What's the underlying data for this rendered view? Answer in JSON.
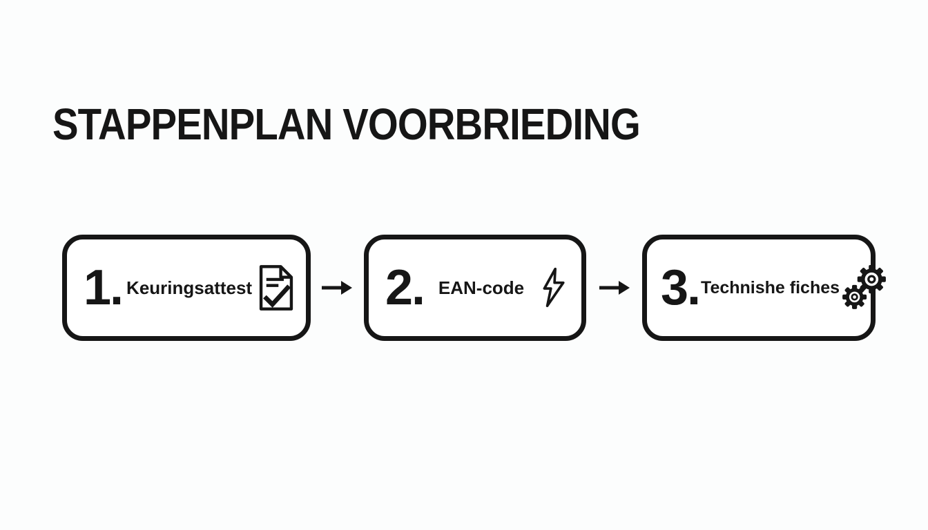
{
  "page": {
    "background_color": "#fcfdfd",
    "ink_color": "#161616"
  },
  "title": "STAPPENPLAN VOORBRIEDING",
  "steps": [
    {
      "number": "1.",
      "label": "Keuringsattest",
      "icon": "document-check-icon"
    },
    {
      "number": "2.",
      "label": "EAN-code",
      "icon": "lightning-bolt-icon"
    },
    {
      "number": "3.",
      "label": "Technishe fiches",
      "icon": "gears-icon"
    }
  ],
  "connectors": [
    {
      "icon": "arrow-right-icon"
    },
    {
      "icon": "arrow-right-icon"
    }
  ]
}
